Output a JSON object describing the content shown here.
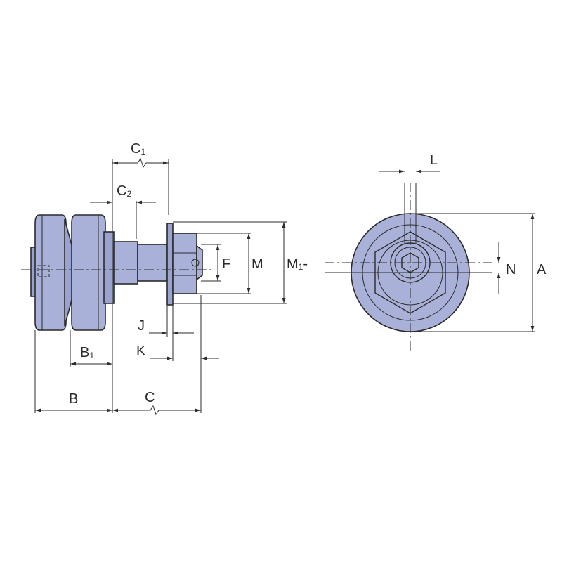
{
  "colors": {
    "body_fill": "#aab1d9",
    "body_fill_dark": "#9aa2cf",
    "line": "#2b2b2b",
    "background": "#ffffff"
  },
  "labels": {
    "c1": {
      "main": "C",
      "sub": "1"
    },
    "c2": {
      "main": "C",
      "sub": "2"
    },
    "b1": {
      "main": "B",
      "sub": "1"
    },
    "b": "B",
    "c": "C",
    "j": "J",
    "k": "K",
    "f": "F",
    "m": "M",
    "m1": {
      "main": "M",
      "sub": "1",
      "suffix": "-"
    },
    "l": "L",
    "n": "N",
    "a": "A"
  }
}
